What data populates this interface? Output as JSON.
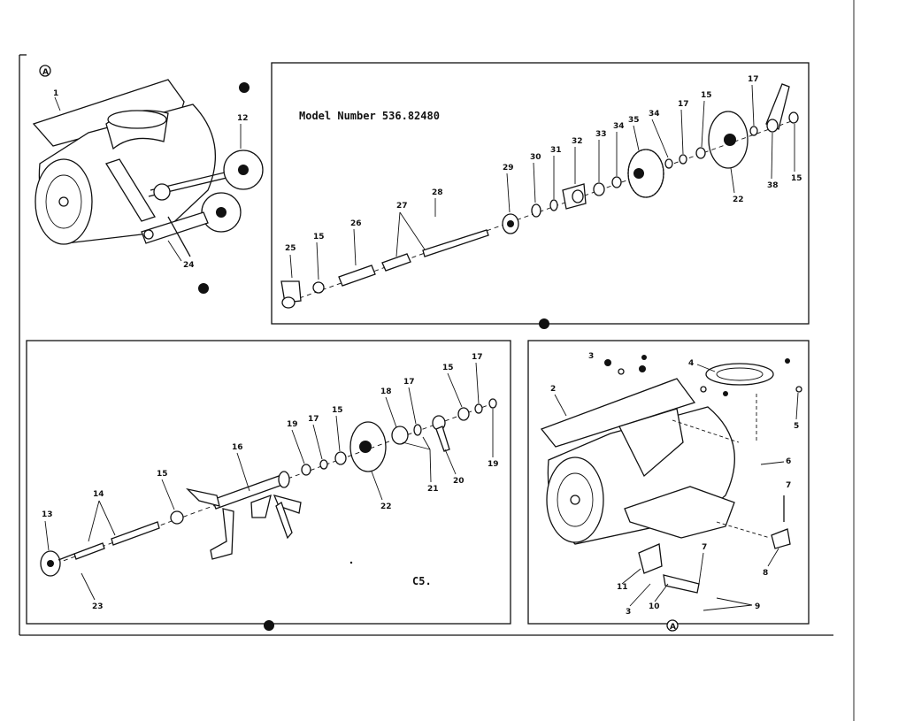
{
  "model_label": "Model Number 536.82480",
  "code_label": "C5.",
  "panel_overview": {
    "callouts": [
      "1",
      "12",
      "24"
    ]
  },
  "panel_top_right": {
    "callouts": [
      "25",
      "15",
      "26",
      "27",
      "28",
      "29",
      "30",
      "31",
      "32",
      "33",
      "34",
      "35",
      "34",
      "17",
      "15",
      "17",
      "22",
      "38",
      "15"
    ]
  },
  "panel_bottom_left": {
    "callouts": [
      "13",
      "23",
      "14",
      "15",
      "16",
      "19",
      "17",
      "15",
      "22",
      "18",
      "17",
      "15",
      "17",
      "21",
      "20",
      "19"
    ]
  },
  "panel_bottom_right": {
    "callouts": [
      "3",
      "2",
      "4",
      "5",
      "6",
      "7",
      "8",
      "7",
      "11",
      "3",
      "10",
      "9"
    ]
  }
}
